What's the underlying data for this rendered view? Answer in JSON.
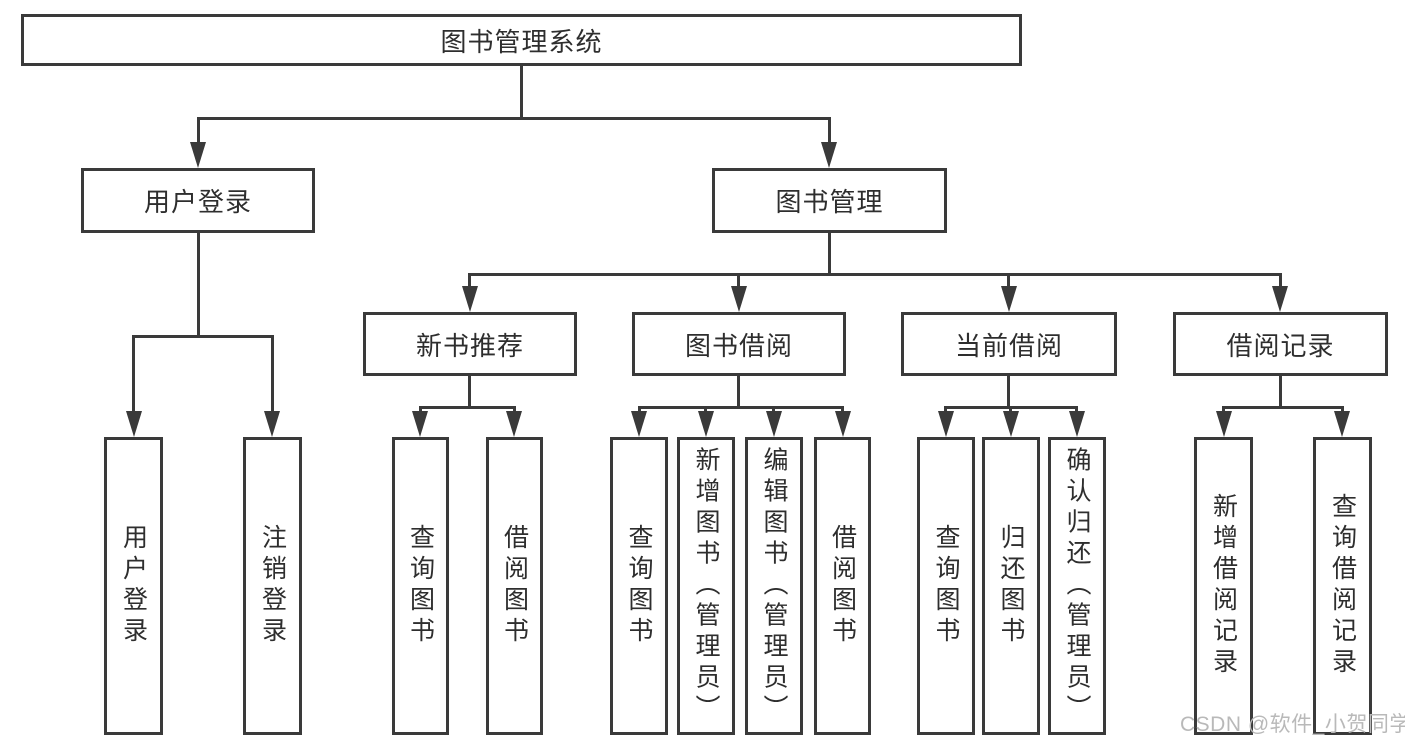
{
  "tree": {
    "label": "图书管理系统",
    "children": [
      {
        "label": "用户登录",
        "children": [
          {
            "label": "用户登录"
          },
          {
            "label": "注销登录"
          }
        ]
      },
      {
        "label": "图书管理",
        "children": [
          {
            "label": "新书推荐",
            "children": [
              {
                "label": "查询图书"
              },
              {
                "label": "借阅图书"
              }
            ]
          },
          {
            "label": "图书借阅",
            "children": [
              {
                "label": "查询图书"
              },
              {
                "label": "新增图书（管理员）"
              },
              {
                "label": "编辑图书（管理员）"
              },
              {
                "label": "借阅图书"
              }
            ]
          },
          {
            "label": "当前借阅",
            "children": [
              {
                "label": "查询图书"
              },
              {
                "label": "归还图书"
              },
              {
                "label": "确认归还（管理员）"
              }
            ]
          },
          {
            "label": "借阅记录",
            "children": [
              {
                "label": "新增借阅记录"
              },
              {
                "label": "查询借阅记录"
              }
            ]
          }
        ]
      }
    ]
  },
  "watermark": {
    "text": "CSDN @软件_小贺同学"
  },
  "colors": {
    "line": "#3a3a3a",
    "ink": "#2e2e2e",
    "watermark": "#b9b9b9",
    "bg": "#ffffff"
  }
}
